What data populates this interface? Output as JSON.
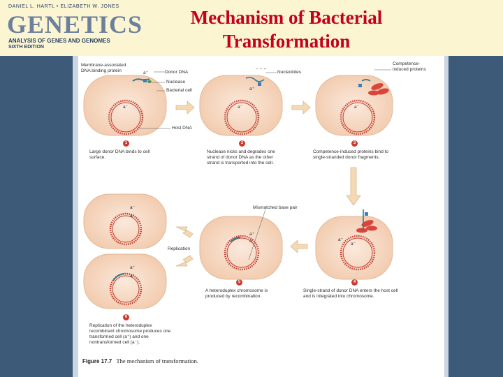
{
  "header": {
    "authors": "DANIEL L. HARTL • ELIZABETH W. JONES",
    "brand": "GENETICS",
    "subtitle": "ANALYSIS OF GENES AND GENOMES",
    "edition": "SIXTH EDITION",
    "title_line1": "Mechanism of Bacterial",
    "title_line2": "Transformation"
  },
  "labels": {
    "membrane_protein_1": "Membrane-associated",
    "membrane_protein_2": "DNA binding protein",
    "donor_dna": "Donor DNA",
    "nuclease": "Nuclease",
    "bacterial_cell": "Bacterial cell",
    "host_dna": "Host DNA",
    "nucleotides": "Nucleotides",
    "competence_1": "Competence-",
    "competence_2": "induced proteins",
    "mismatched": "Mismatched base pair",
    "replication": "Replication",
    "a_plus": "a⁺",
    "a_minus": "a⁻"
  },
  "steps": [
    {
      "num": "1",
      "caption": "Large donor DNA binds to cell surface."
    },
    {
      "num": "2",
      "caption": "Nuclease nicks and degrades one strand of donor DNA as the other strand is transported into the cell."
    },
    {
      "num": "3",
      "caption": "Competence-induced proteins bind to single-stranded donor fragments."
    },
    {
      "num": "4",
      "caption": "Single-strand of donor DNA enters the host cell and is integrated into chromosome."
    },
    {
      "num": "5",
      "caption": "A heteroduplex chromosome is produced by recombination."
    },
    {
      "num": "6",
      "caption": "Replication of the heteroduplex recombinant chromosome produces one transformed cell (a⁺) and one nontransformed cell (a⁻)."
    }
  ],
  "figure_caption": {
    "number": "Figure 17.7",
    "text": "The mechanism of transformation."
  },
  "colors": {
    "slide_bg": "#3d5a78",
    "header_bg": "#fbf5d2",
    "title": "#c4001a",
    "cell_fill": "#f6d9c3",
    "cell_edge": "#e2b998",
    "chromosome": "#c0392b",
    "donor_dna": "#2e7d8c",
    "arrow": "#f3d9b4",
    "step_badge": "#cc3a2e"
  }
}
